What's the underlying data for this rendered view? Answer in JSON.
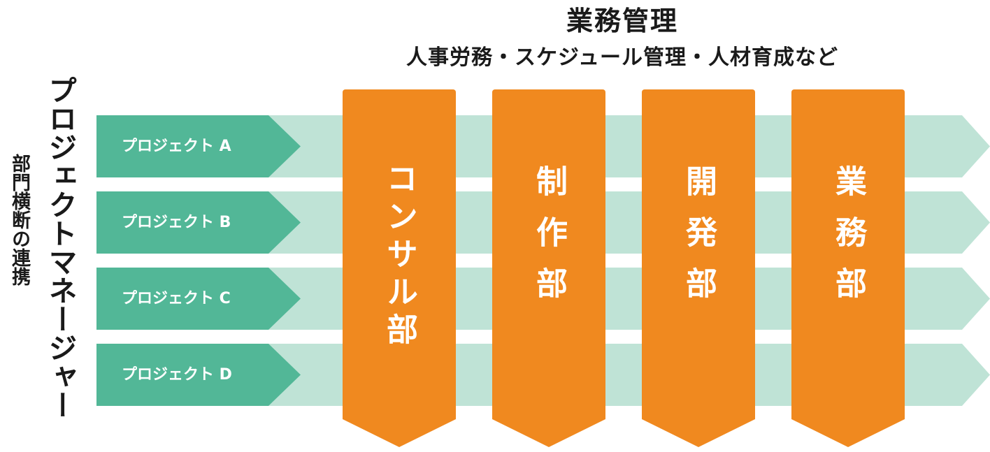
{
  "header": {
    "title": "業務管理",
    "subtitle": "人事労務・スケジュール管理・人材育成など"
  },
  "side": {
    "project_manager": "プロジェクトマネージャー",
    "cross_department": "部門横断の連携"
  },
  "projects": [
    {
      "label": "プロジェクト A"
    },
    {
      "label": "プロジェクト B"
    },
    {
      "label": "プロジェクト C"
    },
    {
      "label": "プロジェクト D"
    }
  ],
  "departments": [
    {
      "label": "コンサル部"
    },
    {
      "label": "制作部"
    },
    {
      "label": "開発部"
    },
    {
      "label": "業務部"
    }
  ],
  "colors": {
    "band": "#bfe3d6",
    "project_tag": "#52b797",
    "department": "#f0891f",
    "text": "#1a1a1a"
  }
}
